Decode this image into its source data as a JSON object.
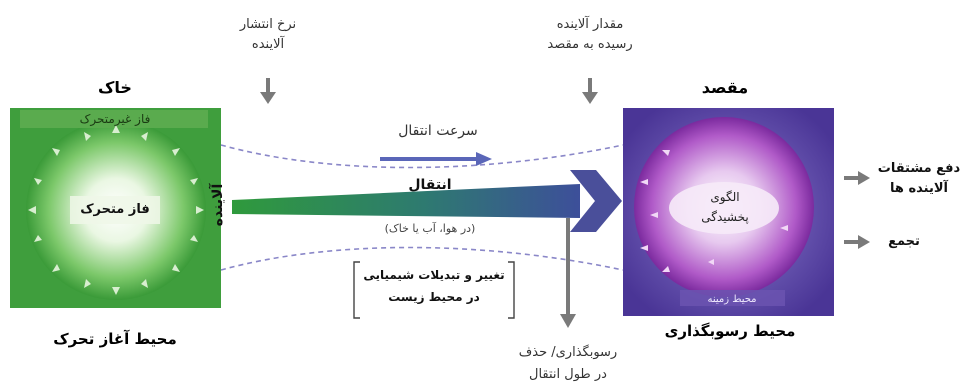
{
  "soil": {
    "title": "خاک",
    "immobile_phase": "فاز غیرمتحرک",
    "mobile_phase": "فاز متحرک",
    "caption": "محیط آغاز تحرک",
    "color": "#3a9d3a"
  },
  "pollutant_label": "آلاینده",
  "release_rate": [
    "نرخ انتشار",
    "آلاینده"
  ],
  "delivered_amount": [
    "مقدار آلاینده",
    "رسیده به مقصد"
  ],
  "transport": {
    "speed": "سرعت انتقال",
    "title": "انتقال",
    "media": "(در هوا، آب یا خاک)",
    "color": "#4a4f9a"
  },
  "chemical_change": [
    "تغییر و تبدیلات شیمیایی",
    "در محیط زیست"
  ],
  "deposition": [
    "رسوبگذاری/ حذف",
    "در طول انتقال"
  ],
  "target": {
    "title": "مقصد",
    "pattern": [
      "الگوی",
      "پخشیدگی"
    ],
    "ground": "محیط زمینه",
    "caption": "محیط رسوبگذاری",
    "color": "#5b3aa0"
  },
  "outcomes": {
    "excretion": [
      "دفع مشتقات",
      "آلاینده ها"
    ],
    "accumulation": "تجمع"
  }
}
